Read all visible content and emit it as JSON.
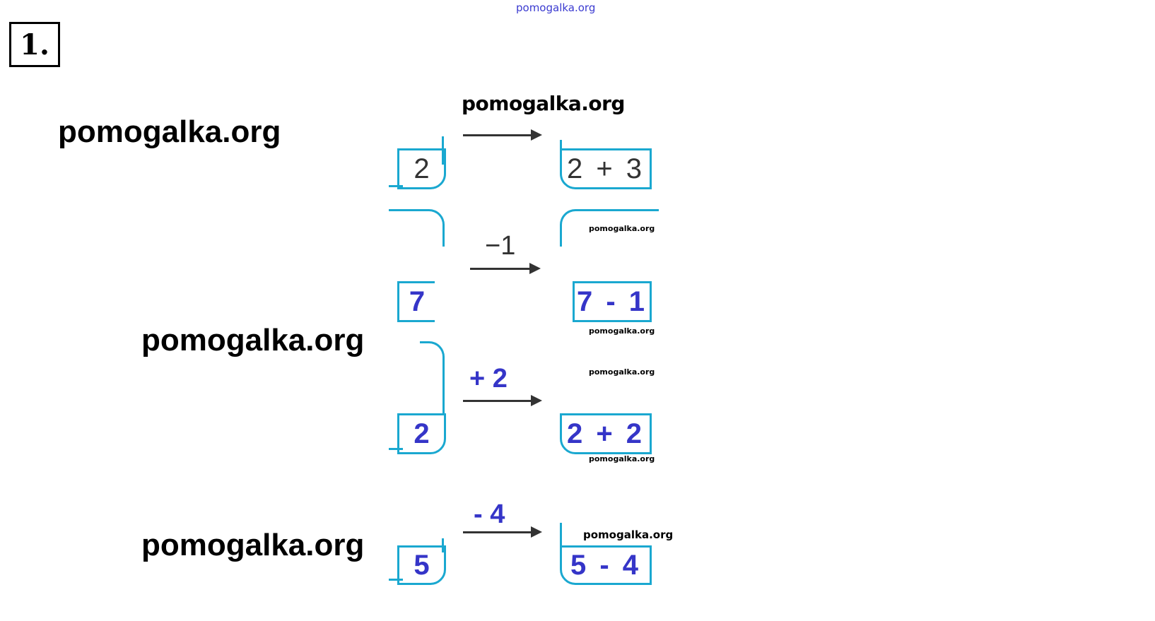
{
  "task_number": "1.",
  "watermark": "pomogalka.org",
  "rows": [
    {
      "input": "2",
      "operation": "",
      "result": "2 + 3"
    },
    {
      "input": "7",
      "operation": "−1",
      "result": "7 - 1"
    },
    {
      "input": "2",
      "operation": "+ 2",
      "result": "2 + 2"
    },
    {
      "input": "5",
      "operation": "- 4",
      "result": "5 - 4"
    }
  ],
  "colors": {
    "box_border": "#1aa8d0",
    "answer_text": "#3535c8",
    "printed_text": "#333333"
  }
}
